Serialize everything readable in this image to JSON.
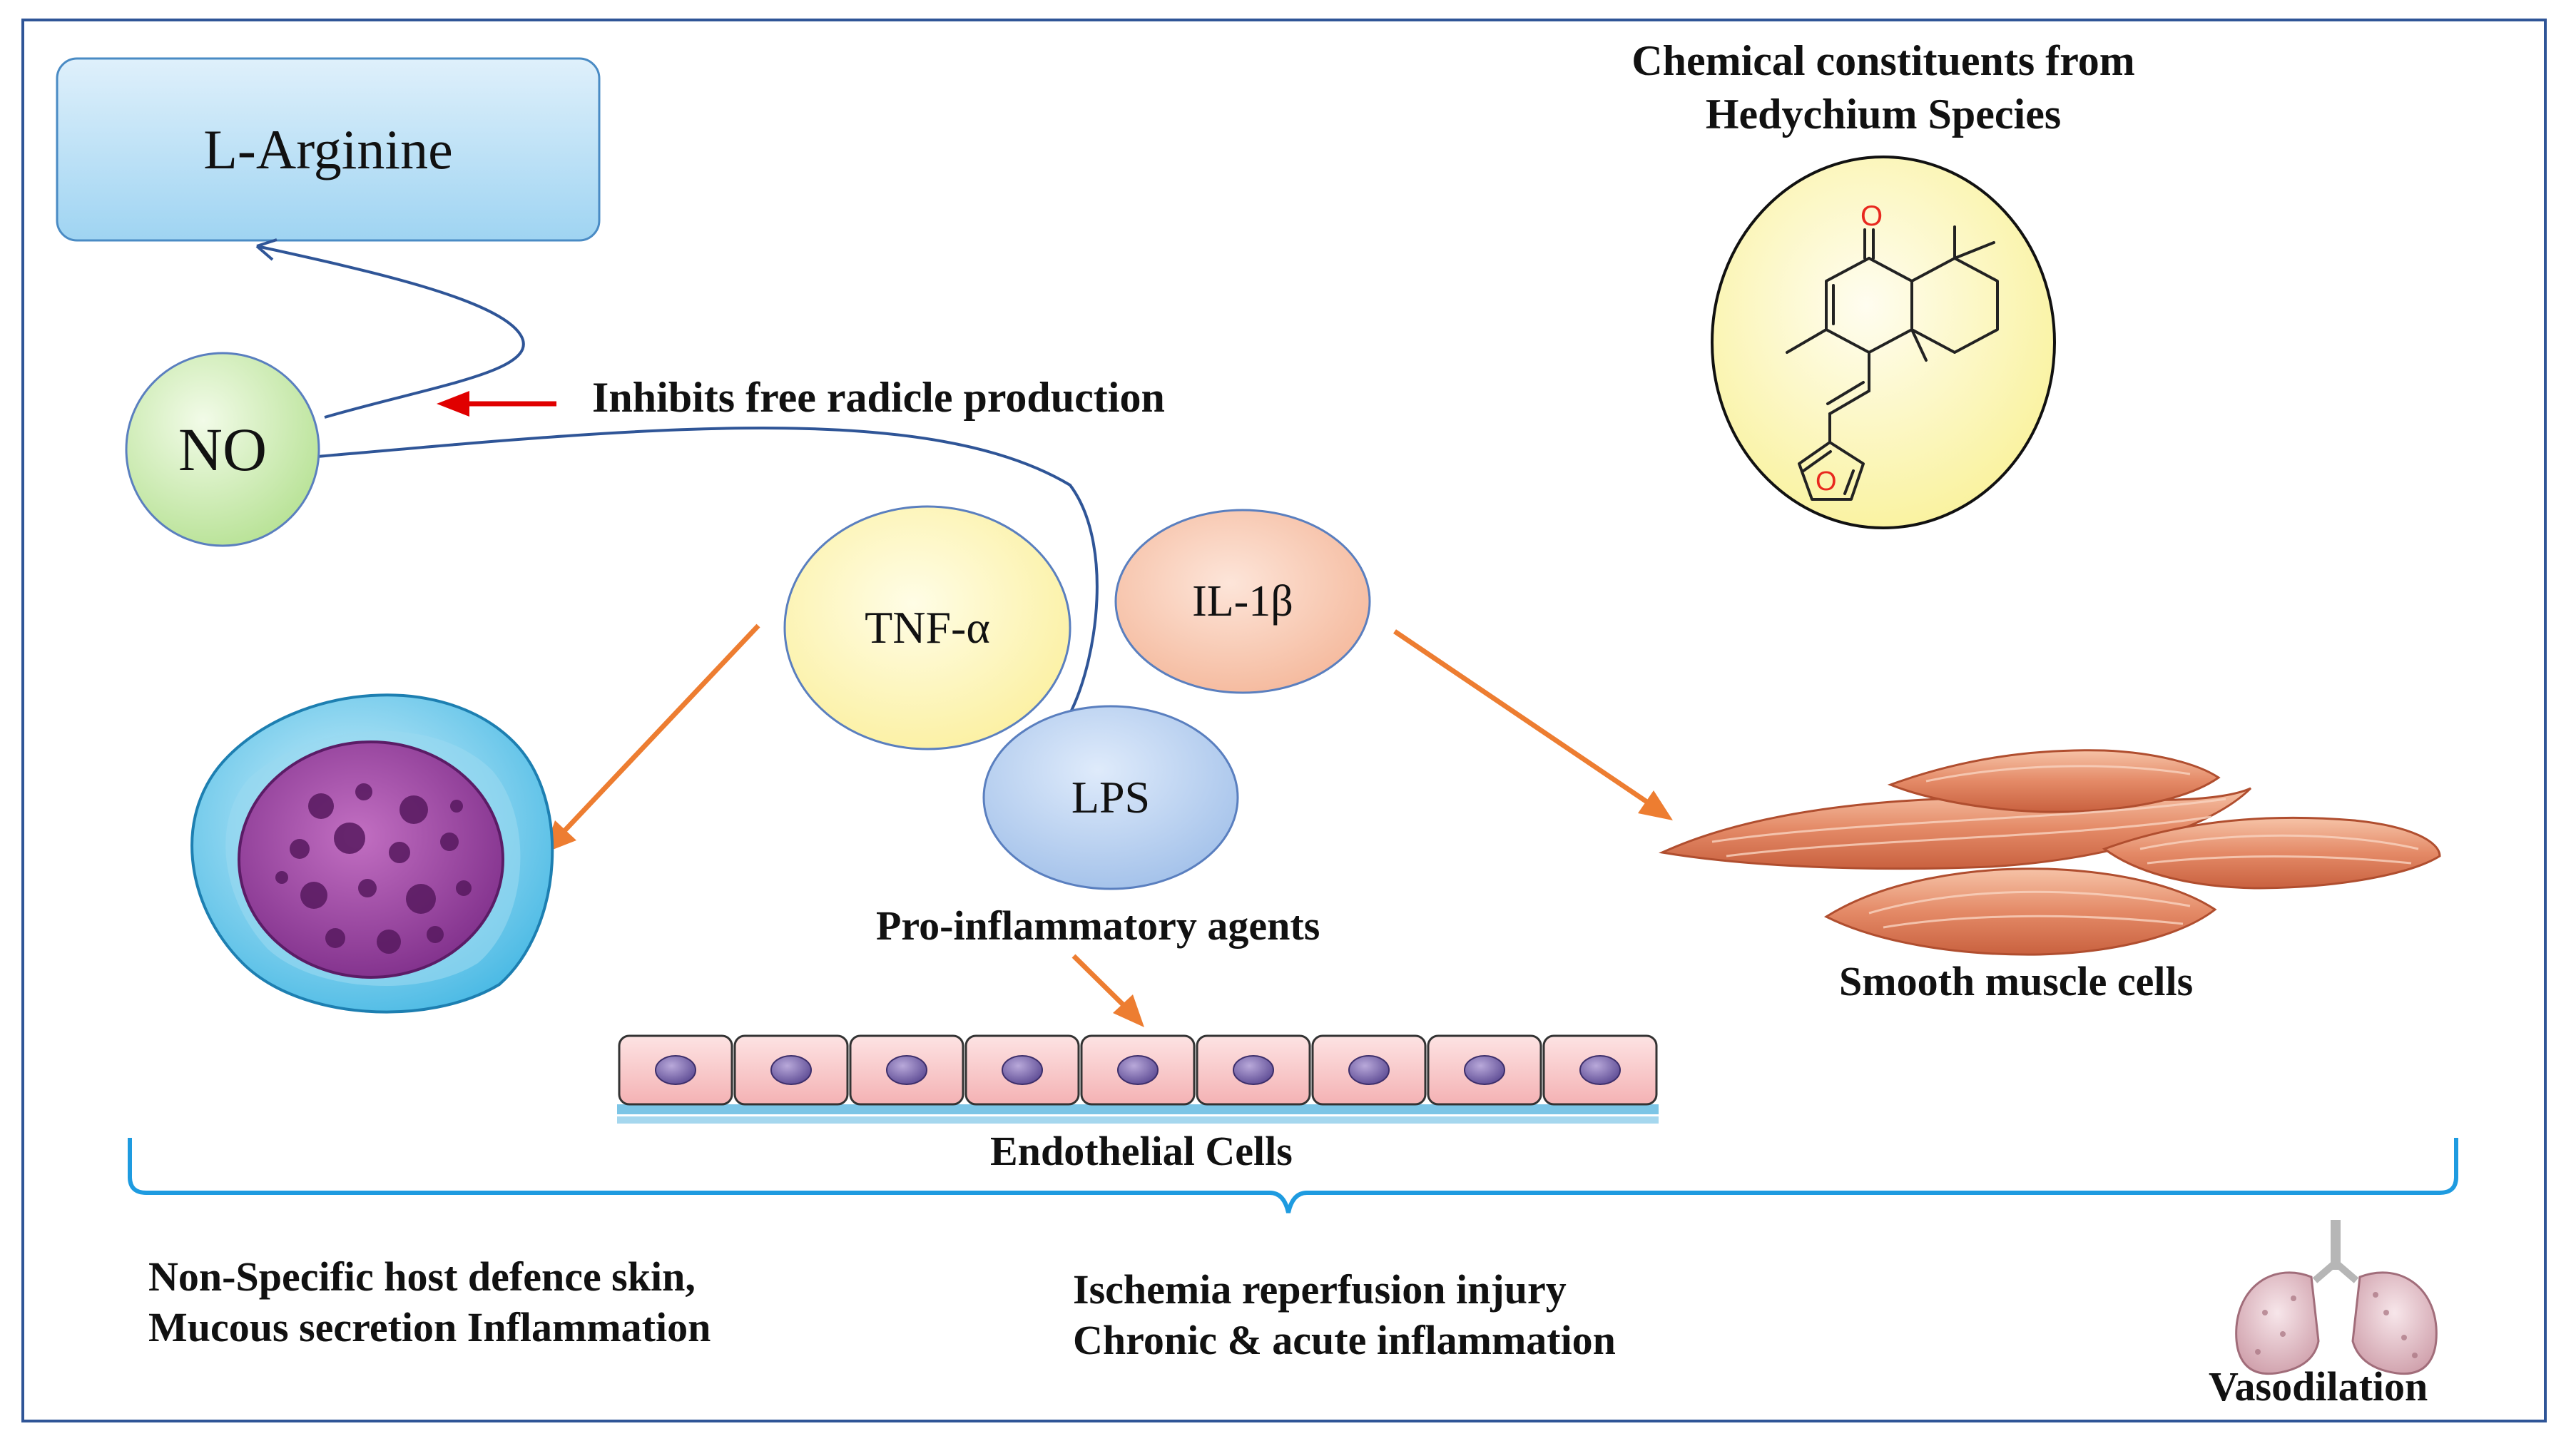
{
  "title": {
    "line1": "Chemical constituents from",
    "line2": "Hedychium Species"
  },
  "nodes": {
    "l_arginine": "L-Arginine",
    "no": "NO",
    "tnf": "TNF-α",
    "il1b": "IL-1β",
    "lps": "LPS"
  },
  "labels": {
    "inhibits": "Inhibits free radicle production",
    "pro_inflammatory": "Pro-inflammatory agents",
    "endothelial": "Endothelial Cells",
    "smooth_muscle": "Smooth muscle cells",
    "vasodilation": "Vasodilation"
  },
  "outcomes": {
    "left_line1": "Non-Specific host defence skin,",
    "left_line2": "Mucous secretion Inflammation",
    "center_line1": "Ischemia reperfusion injury",
    "center_line2": "Chronic & acute inflammation"
  },
  "molecule": {
    "carbonyl_o": "O",
    "furan_o": "O"
  },
  "colors": {
    "frame": "#2F5597",
    "arrow_orange": "#ED7D31",
    "arrow_red": "#E00000",
    "brace": "#1E9BE0",
    "node_outline": "#5A7FBF",
    "heteroatom": "#E8281E"
  }
}
